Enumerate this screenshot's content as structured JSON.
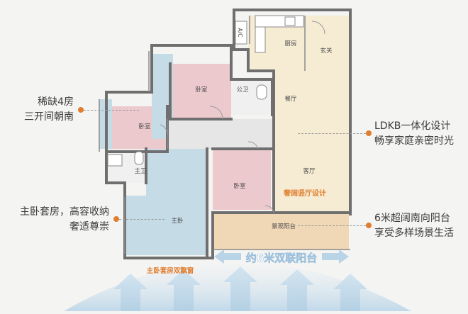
{
  "colors": {
    "accent": "#e07d2e",
    "bedroom_pink": "#ecc9cd",
    "bedroom_blue": "#c5dbe6",
    "living_yellow": "#f6ecd3",
    "balcony_tan": "#f0d8b6",
    "wall": "#6f6f6f",
    "arrow_blue": "#c8dcea"
  },
  "rooms": {
    "kitchen": "厨房",
    "entrance": "玄关",
    "dining": "餐厅",
    "living": "客厅",
    "public_bath": "公卫",
    "master_bath": "主卫",
    "bedroom_top": "卧室",
    "bedroom_left": "卧室",
    "bedroom_center": "卧室",
    "master_bedroom": "主卧",
    "balcony": "景观阳台",
    "ac": "A/C"
  },
  "annotations": {
    "hall_design": "奢阔竖厅设计",
    "balcony_span": "约6米双联阳台",
    "master_bay": "主卧套房双飘窗"
  },
  "callouts": {
    "left_top": [
      "稀缺4房",
      "三开间朝南"
    ],
    "left_bottom": [
      "主卧套房，高容收纳",
      "奢适尊崇"
    ],
    "right_top": [
      "LDKB一体化设计",
      "畅享家庭亲密时光"
    ],
    "right_bottom": [
      "6米超阔南向阳台",
      "享受多样场景生活"
    ]
  },
  "icons": [
    "orange-dot-icon",
    "double-arrow-icon",
    "sunlight-arrow-icon"
  ]
}
